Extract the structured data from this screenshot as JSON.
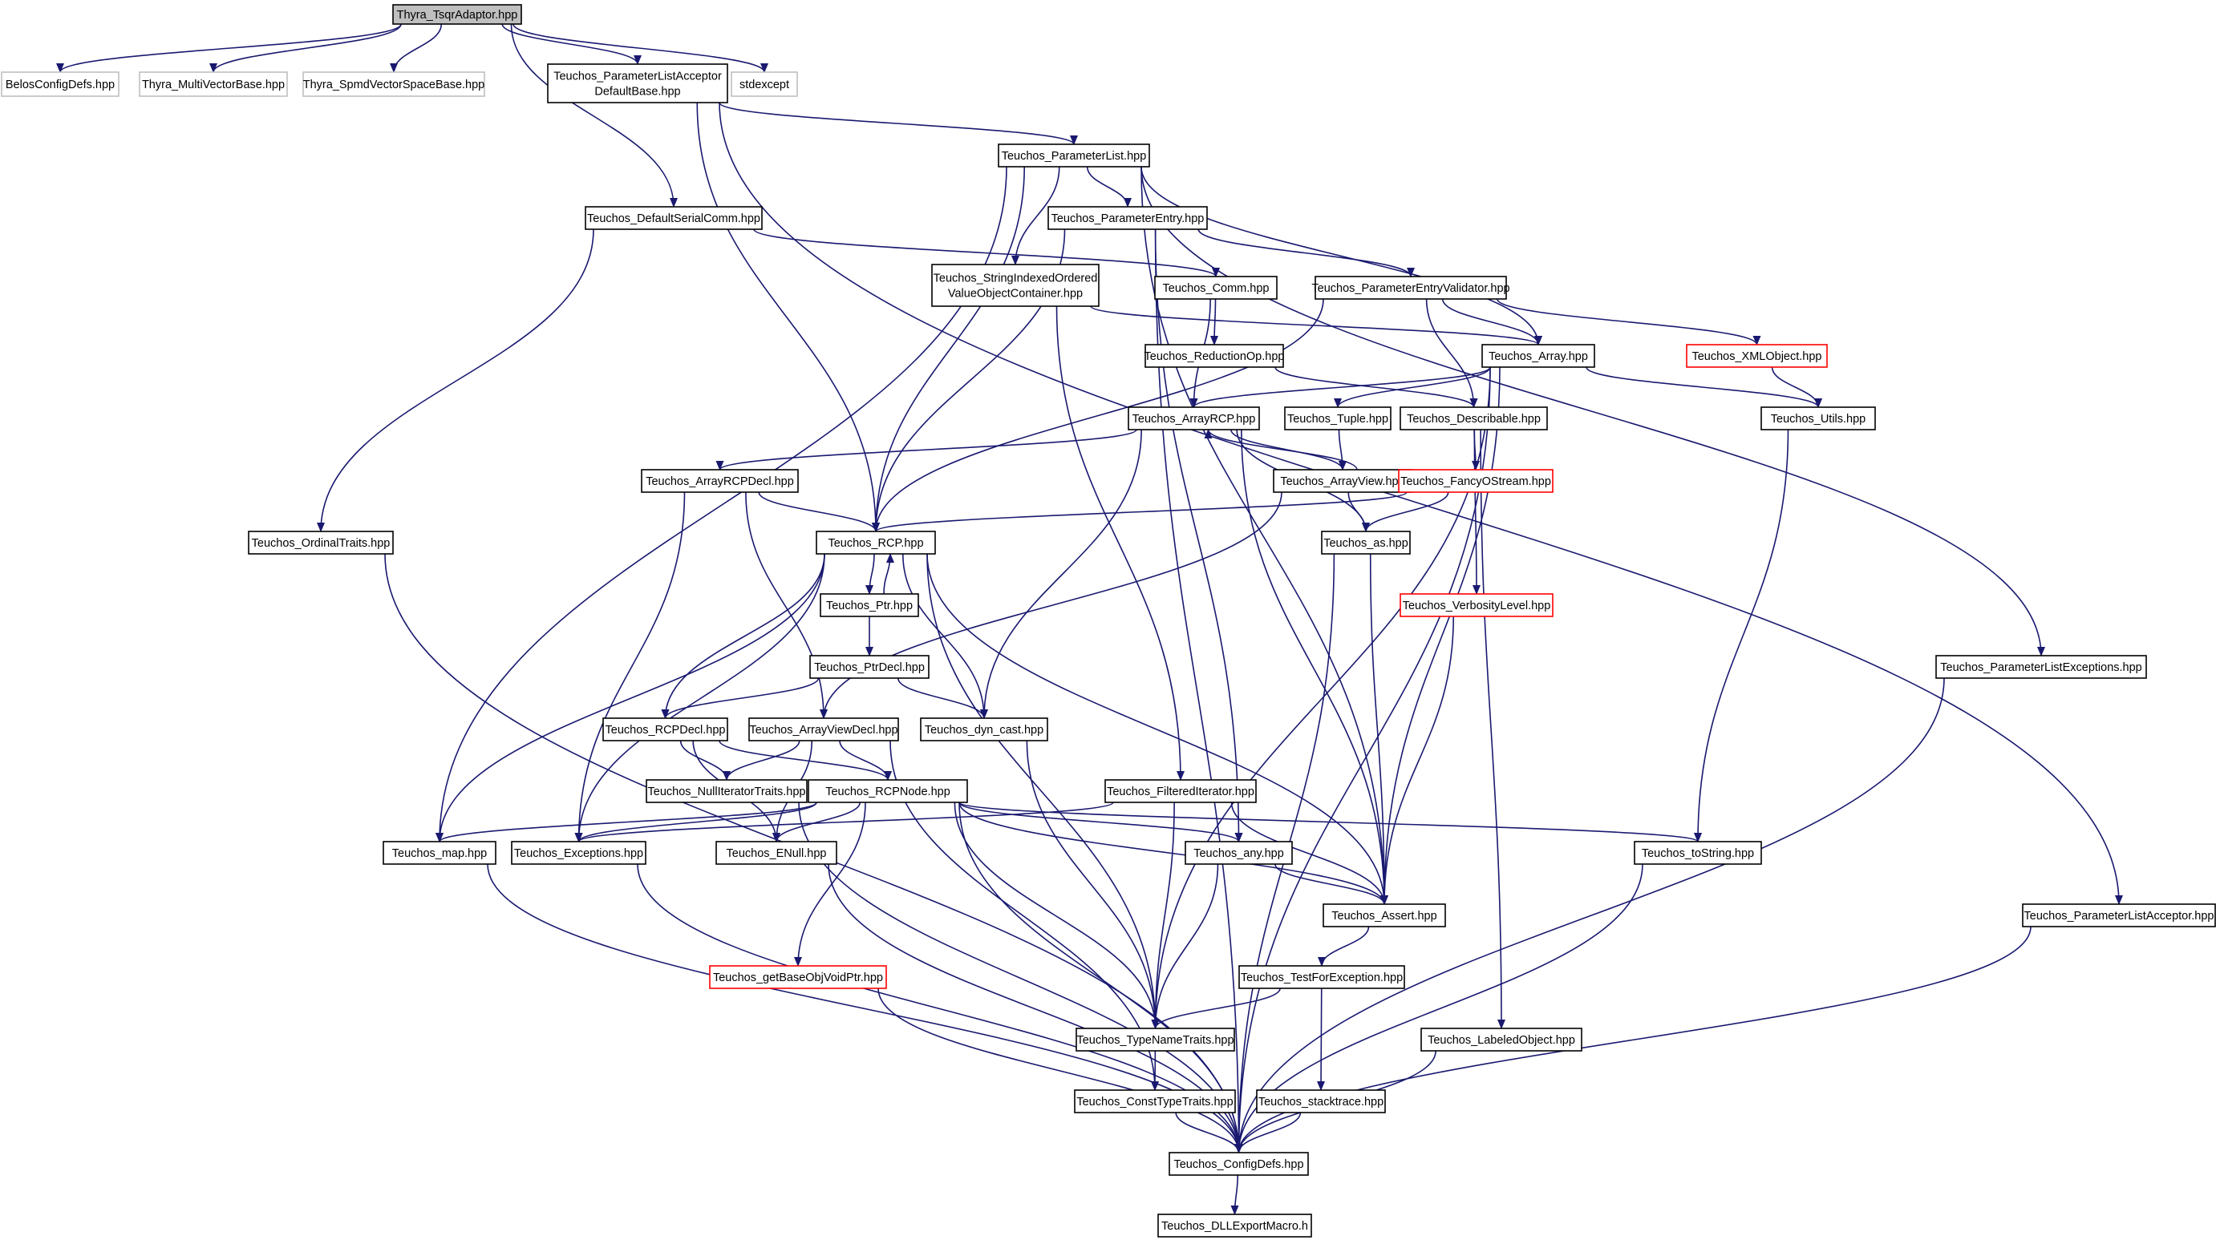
{
  "colors": {
    "edge": "#191970",
    "border_default": "#000000",
    "border_external": "#bfbfbf",
    "border_truncated": "#ff0000",
    "fill_default": "#ffffff",
    "fill_root": "#bfbfbf"
  },
  "nodes": [
    {
      "id": "tsqr",
      "lines": [
        "Thyra_TsqrAdaptor.hpp"
      ],
      "style": "root"
    },
    {
      "id": "belos",
      "lines": [
        "BelosConfigDefs.hpp"
      ],
      "style": "external"
    },
    {
      "id": "mvb",
      "lines": [
        "Thyra_MultiVectorBase.hpp"
      ],
      "style": "external"
    },
    {
      "id": "spmd",
      "lines": [
        "Thyra_SpmdVectorSpaceBase.hpp"
      ],
      "style": "external"
    },
    {
      "id": "plad",
      "lines": [
        "Teuchos_ParameterListAcceptor",
        "DefaultBase.hpp"
      ],
      "style": "default"
    },
    {
      "id": "stdexcept",
      "lines": [
        "stdexcept"
      ],
      "style": "external"
    },
    {
      "id": "plist",
      "lines": [
        "Teuchos_ParameterList.hpp"
      ],
      "style": "default"
    },
    {
      "id": "dsc",
      "lines": [
        "Teuchos_DefaultSerialComm.hpp"
      ],
      "style": "default"
    },
    {
      "id": "pentry",
      "lines": [
        "Teuchos_ParameterEntry.hpp"
      ],
      "style": "default"
    },
    {
      "id": "sio",
      "lines": [
        "Teuchos_StringIndexedOrdered",
        "ValueObjectContainer.hpp"
      ],
      "style": "default"
    },
    {
      "id": "comm",
      "lines": [
        "Teuchos_Comm.hpp"
      ],
      "style": "default"
    },
    {
      "id": "pev",
      "lines": [
        "Teuchos_ParameterEntryValidator.hpp"
      ],
      "style": "default"
    },
    {
      "id": "redop",
      "lines": [
        "Teuchos_ReductionOp.hpp"
      ],
      "style": "default"
    },
    {
      "id": "array",
      "lines": [
        "Teuchos_Array.hpp"
      ],
      "style": "default"
    },
    {
      "id": "xml",
      "lines": [
        "Teuchos_XMLObject.hpp"
      ],
      "style": "truncated"
    },
    {
      "id": "arcp",
      "lines": [
        "Teuchos_ArrayRCP.hpp"
      ],
      "style": "default"
    },
    {
      "id": "tuple",
      "lines": [
        "Teuchos_Tuple.hpp"
      ],
      "style": "default"
    },
    {
      "id": "descr",
      "lines": [
        "Teuchos_Describable.hpp"
      ],
      "style": "default"
    },
    {
      "id": "utils",
      "lines": [
        "Teuchos_Utils.hpp"
      ],
      "style": "default"
    },
    {
      "id": "arcpdecl",
      "lines": [
        "Teuchos_ArrayRCPDecl.hpp"
      ],
      "style": "default"
    },
    {
      "id": "aview",
      "lines": [
        "Teuchos_ArrayView.hpp"
      ],
      "style": "default"
    },
    {
      "id": "fancy",
      "lines": [
        "Teuchos_FancyOStream.hpp"
      ],
      "style": "truncated"
    },
    {
      "id": "ordinal",
      "lines": [
        "Teuchos_OrdinalTraits.hpp"
      ],
      "style": "default"
    },
    {
      "id": "rcp",
      "lines": [
        "Teuchos_RCP.hpp"
      ],
      "style": "default"
    },
    {
      "id": "as",
      "lines": [
        "Teuchos_as.hpp"
      ],
      "style": "default"
    },
    {
      "id": "ptr",
      "lines": [
        "Teuchos_Ptr.hpp"
      ],
      "style": "default"
    },
    {
      "id": "verb",
      "lines": [
        "Teuchos_VerbosityLevel.hpp"
      ],
      "style": "truncated"
    },
    {
      "id": "plexc",
      "lines": [
        "Teuchos_ParameterListExceptions.hpp"
      ],
      "style": "default"
    },
    {
      "id": "ptrdecl",
      "lines": [
        "Teuchos_PtrDecl.hpp"
      ],
      "style": "default"
    },
    {
      "id": "rcpdecl",
      "lines": [
        "Teuchos_RCPDecl.hpp"
      ],
      "style": "default"
    },
    {
      "id": "avdecl",
      "lines": [
        "Teuchos_ArrayViewDecl.hpp"
      ],
      "style": "default"
    },
    {
      "id": "dyncast",
      "lines": [
        "Teuchos_dyn_cast.hpp"
      ],
      "style": "default"
    },
    {
      "id": "nullit",
      "lines": [
        "Teuchos_NullIteratorTraits.hpp"
      ],
      "style": "default"
    },
    {
      "id": "rcpnode",
      "lines": [
        "Teuchos_RCPNode.hpp"
      ],
      "style": "default"
    },
    {
      "id": "filtit",
      "lines": [
        "Teuchos_FilteredIterator.hpp"
      ],
      "style": "default"
    },
    {
      "id": "map",
      "lines": [
        "Teuchos_map.hpp"
      ],
      "style": "default"
    },
    {
      "id": "exc",
      "lines": [
        "Teuchos_Exceptions.hpp"
      ],
      "style": "default"
    },
    {
      "id": "enull",
      "lines": [
        "Teuchos_ENull.hpp"
      ],
      "style": "default"
    },
    {
      "id": "any",
      "lines": [
        "Teuchos_any.hpp"
      ],
      "style": "default"
    },
    {
      "id": "tostr",
      "lines": [
        "Teuchos_toString.hpp"
      ],
      "style": "default"
    },
    {
      "id": "assert",
      "lines": [
        "Teuchos_Assert.hpp"
      ],
      "style": "default"
    },
    {
      "id": "pla",
      "lines": [
        "Teuchos_ParameterListAcceptor.hpp"
      ],
      "style": "default"
    },
    {
      "id": "tfe",
      "lines": [
        "Teuchos_TestForException.hpp"
      ],
      "style": "default"
    },
    {
      "id": "getbase",
      "lines": [
        "Teuchos_getBaseObjVoidPtr.hpp"
      ],
      "style": "truncated"
    },
    {
      "id": "tnt",
      "lines": [
        "Teuchos_TypeNameTraits.hpp"
      ],
      "style": "default"
    },
    {
      "id": "labeled",
      "lines": [
        "Teuchos_LabeledObject.hpp"
      ],
      "style": "default"
    },
    {
      "id": "ctt",
      "lines": [
        "Teuchos_ConstTypeTraits.hpp"
      ],
      "style": "default"
    },
    {
      "id": "stack",
      "lines": [
        "Teuchos_stacktrace.hpp"
      ],
      "style": "default"
    },
    {
      "id": "config",
      "lines": [
        "Teuchos_ConfigDefs.hpp"
      ],
      "style": "default"
    },
    {
      "id": "dll",
      "lines": [
        "Teuchos_DLLExportMacro.h"
      ],
      "style": "default"
    }
  ],
  "edges": [
    [
      "tsqr",
      "belos"
    ],
    [
      "tsqr",
      "mvb"
    ],
    [
      "tsqr",
      "spmd"
    ],
    [
      "tsqr",
      "plad"
    ],
    [
      "tsqr",
      "stdexcept"
    ],
    [
      "tsqr",
      "dsc"
    ],
    [
      "plad",
      "plist"
    ],
    [
      "plad",
      "rcp"
    ],
    [
      "plad",
      "pla"
    ],
    [
      "plist",
      "pentry"
    ],
    [
      "plist",
      "sio"
    ],
    [
      "plist",
      "array"
    ],
    [
      "plist",
      "rcp"
    ],
    [
      "plist",
      "map"
    ],
    [
      "plist",
      "assert"
    ],
    [
      "plist",
      "plexc"
    ],
    [
      "dsc",
      "comm"
    ],
    [
      "dsc",
      "ordinal"
    ],
    [
      "pentry",
      "pev"
    ],
    [
      "pentry",
      "rcp"
    ],
    [
      "pentry",
      "any"
    ],
    [
      "pentry",
      "config"
    ],
    [
      "sio",
      "array"
    ],
    [
      "sio",
      "filtit"
    ],
    [
      "comm",
      "redop"
    ],
    [
      "comm",
      "arcp"
    ],
    [
      "pev",
      "array"
    ],
    [
      "pev",
      "xml"
    ],
    [
      "pev",
      "descr"
    ],
    [
      "pev",
      "rcp"
    ],
    [
      "redop",
      "descr"
    ],
    [
      "array",
      "arcp"
    ],
    [
      "array",
      "tuple"
    ],
    [
      "array",
      "utils"
    ],
    [
      "array",
      "assert"
    ],
    [
      "array",
      "tnt"
    ],
    [
      "array",
      "config"
    ],
    [
      "xml",
      "utils"
    ],
    [
      "arcp",
      "arcpdecl"
    ],
    [
      "arcp",
      "aview"
    ],
    [
      "arcp",
      "as"
    ],
    [
      "arcp",
      "dyncast"
    ],
    [
      "arcp",
      "assert"
    ],
    [
      "tuple",
      "aview"
    ],
    [
      "descr",
      "fancy"
    ],
    [
      "descr",
      "verb"
    ],
    [
      "descr",
      "labeled"
    ],
    [
      "utils",
      "tostr"
    ],
    [
      "arcpdecl",
      "rcp"
    ],
    [
      "arcpdecl",
      "avdecl"
    ],
    [
      "arcpdecl",
      "exc"
    ],
    [
      "aview",
      "arcp"
    ],
    [
      "aview",
      "as"
    ],
    [
      "aview",
      "avdecl"
    ],
    [
      "fancy",
      "rcp"
    ],
    [
      "fancy",
      "as"
    ],
    [
      "ordinal",
      "config"
    ],
    [
      "rcp",
      "ptr"
    ],
    [
      "rcp",
      "rcpdecl"
    ],
    [
      "rcp",
      "dyncast"
    ],
    [
      "rcp",
      "map"
    ],
    [
      "rcp",
      "exc"
    ],
    [
      "rcp",
      "tnt"
    ],
    [
      "rcp",
      "assert"
    ],
    [
      "as",
      "assert"
    ],
    [
      "as",
      "config"
    ],
    [
      "ptr",
      "rcp"
    ],
    [
      "ptr",
      "ptrdecl"
    ],
    [
      "verb",
      "assert"
    ],
    [
      "plexc",
      "config"
    ],
    [
      "ptrdecl",
      "rcpdecl"
    ],
    [
      "ptrdecl",
      "dyncast"
    ],
    [
      "rcpdecl",
      "nullit"
    ],
    [
      "rcpdecl",
      "rcpnode"
    ],
    [
      "rcpdecl",
      "enull"
    ],
    [
      "avdecl",
      "nullit"
    ],
    [
      "avdecl",
      "rcpnode"
    ],
    [
      "avdecl",
      "enull"
    ],
    [
      "avdecl",
      "ctt"
    ],
    [
      "dyncast",
      "tnt"
    ],
    [
      "nullit",
      "config"
    ],
    [
      "rcpnode",
      "map"
    ],
    [
      "rcpnode",
      "exc"
    ],
    [
      "rcpnode",
      "enull"
    ],
    [
      "rcpnode",
      "any"
    ],
    [
      "rcpnode",
      "tostr"
    ],
    [
      "rcpnode",
      "assert"
    ],
    [
      "rcpnode",
      "getbase"
    ],
    [
      "rcpnode",
      "tnt"
    ],
    [
      "rcpnode",
      "config"
    ],
    [
      "filtit",
      "exc"
    ],
    [
      "filtit",
      "assert"
    ],
    [
      "filtit",
      "tnt"
    ],
    [
      "map",
      "config"
    ],
    [
      "exc",
      "config"
    ],
    [
      "enull",
      "config"
    ],
    [
      "any",
      "assert"
    ],
    [
      "any",
      "tnt"
    ],
    [
      "tostr",
      "config"
    ],
    [
      "assert",
      "tfe"
    ],
    [
      "pla",
      "config"
    ],
    [
      "tfe",
      "tnt"
    ],
    [
      "tfe",
      "stack"
    ],
    [
      "getbase",
      "config"
    ],
    [
      "tnt",
      "ctt"
    ],
    [
      "labeled",
      "config"
    ],
    [
      "ctt",
      "config"
    ],
    [
      "stack",
      "config"
    ],
    [
      "config",
      "dll"
    ]
  ]
}
